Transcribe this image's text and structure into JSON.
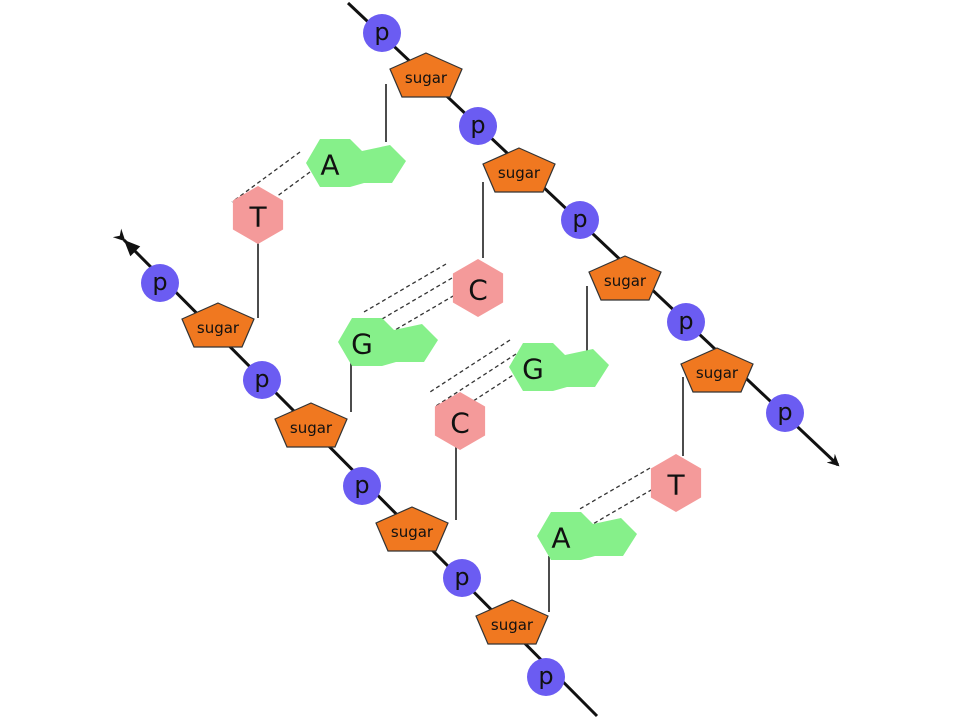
{
  "diagram": {
    "colors": {
      "phosphate": "#6b5cf2",
      "sugar": "#f07820",
      "purine": "#86f08a",
      "pyrimidine": "#f49a9a",
      "line": "#111111"
    },
    "phosphate_label": "p",
    "sugar_label": "sugar",
    "right_strand": {
      "nucleotides": [
        {
          "base": "A",
          "base_type": "purine"
        },
        {
          "base": "C",
          "base_type": "pyrimidine"
        },
        {
          "base": "G",
          "base_type": "purine"
        },
        {
          "base": "T",
          "base_type": "pyrimidine"
        }
      ]
    },
    "left_strand": {
      "nucleotides": [
        {
          "base": "T",
          "base_type": "pyrimidine"
        },
        {
          "base": "G",
          "base_type": "purine"
        },
        {
          "base": "C",
          "base_type": "pyrimidine"
        },
        {
          "base": "A",
          "base_type": "purine"
        }
      ]
    },
    "base_pairs": [
      [
        "A",
        "T"
      ],
      [
        "C",
        "G"
      ],
      [
        "G",
        "C"
      ],
      [
        "T",
        "A"
      ]
    ],
    "hydrogen_bonds": [
      2,
      3,
      3,
      2
    ]
  }
}
